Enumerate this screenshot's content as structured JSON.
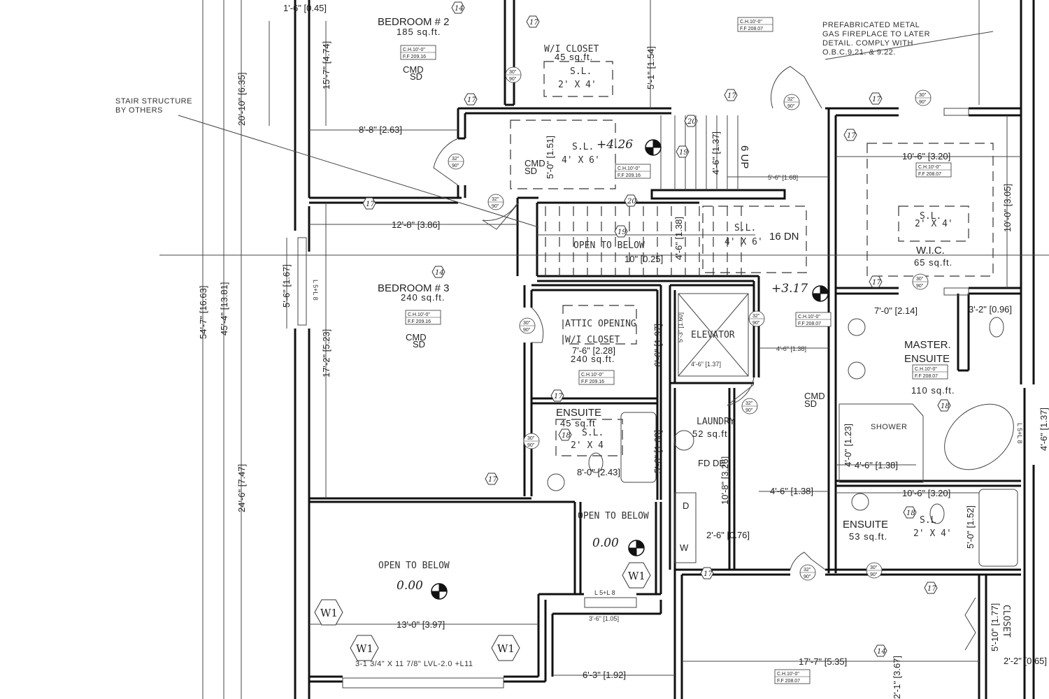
{
  "rooms": {
    "bedroom2": {
      "name": "BEDROOM # 2",
      "area": "185 sq.ft."
    },
    "bedroom3": {
      "name": "BEDROOM # 3",
      "area": "240   sq.ft."
    },
    "wi_closet_top": {
      "name": "W/I CLOSET",
      "area": "45 sq.ft."
    },
    "attic": {
      "name": "ATTIC OPENING"
    },
    "wi_closet_mid": {
      "name": "W/I CLOSET",
      "area": "240   sq.ft."
    },
    "ensuite_left": {
      "name": "ENSUITE",
      "area": "45   sq.ft"
    },
    "elevator": {
      "name": "ELEVATOR"
    },
    "laundry": {
      "name": "LAUNDRY",
      "area": "52   sq.ft"
    },
    "wic": {
      "name": "W.I.C.",
      "area": "65 sq.ft."
    },
    "master_ensuite": {
      "name1": "MASTER.",
      "name2": "ENSUITE",
      "area": "110 sq.ft."
    },
    "shower": {
      "name": "SHOWER"
    },
    "ensuite_right": {
      "name": "ENSUITE",
      "area": "53 sq.ft."
    },
    "closet_right": {
      "name": "CLOSET"
    },
    "open_below": [
      "OPEN TO BELOW",
      "OPEN TO BELOW",
      "OPEN TO BELOW"
    ]
  },
  "notes": {
    "fireplace": [
      "PREFABRICATED METAL",
      "GAS FIREPLACE TO LATER",
      "DETAIL. COMPLY WITH",
      "O.B.C.9.21. & 9.22."
    ],
    "stair": [
      "STAIR STRUCTURE",
      "BY OTHERS"
    ],
    "lvl": "3-1 3/4\" X 11 7/8\" LVL-2.0 +L11",
    "window_lintel": [
      "L 5+L 8",
      "L 5+L 8",
      "L 5+L 8"
    ],
    "stairs_up": "6 UP",
    "stairs_down": "16 DN",
    "cmd": "CMD",
    "sd": "SD",
    "fd_de": "FD DE",
    "appliance_d": "D",
    "appliance_w": "W"
  },
  "skylights": [
    {
      "label": "S.L.",
      "size": "2'  X  4'"
    },
    {
      "label": "S.L.",
      "size": "4'  X  6'"
    },
    {
      "label": "S.L.",
      "size": "4'  X  6'"
    },
    {
      "label": "S.L.",
      "size": "2'  X  4'"
    },
    {
      "label": "S.L.",
      "size": "2'  X  4"
    },
    {
      "label": "S.L",
      "size": "2'  X  4'"
    }
  ],
  "elevations": [
    "+4.26",
    "+3.17",
    "0.00",
    "0.00"
  ],
  "ceiling_tags": {
    "ch": "C.H.10'-0\"",
    "ff_a": "F.F 209.16",
    "ff_b": "F.F 208.07"
  },
  "door_tags": {
    "d30": "30\"",
    "d32": "32\"",
    "angle": "90\""
  },
  "hex_tags": {
    "t14": "14",
    "t17": "17",
    "t18": "18",
    "t19": "19",
    "t20": "20",
    "w1": "W1"
  },
  "dimensions": {
    "h": [
      "1'-6\" [0.45]",
      "8'-8\" [2.63]",
      "12'-8\" [3.86]",
      "7'-6\" [2.28]",
      "8'-0\" [2.43]",
      "13'-0\" [3.97]",
      "3'-6\" [1.05]",
      "6'-3\" [1.92]",
      "17'-7\" [5.35]",
      "4'-6\" [1.38]",
      "2'-6\" [0.76]",
      "10'-6\" [3.20]",
      "7'-0\" [2.14]",
      "3'-2\" [0.96]",
      "4'-6\" [1.38]",
      "10'-6\" [3.20]",
      "10\" [0.25]",
      "5'-6\" [1.68]",
      "4'-6\" [1.38]",
      "4'-6\" [1.37]",
      "2'-2\" [0.65]"
    ],
    "v": [
      "20'-10\" [6.35]",
      "15'-7\" [4.74]",
      "54'-7\" [16.63]",
      "45'-4\" [13.81]",
      "24'-6\" [7.47]",
      "5'-6\" [1.67]",
      "17'-2\" [5.23]",
      "5'-1\" [1.54]",
      "5'-0\" [1.51]",
      "4'-6\" [1.37]",
      "4'-6\" [1.38]",
      "6'-6\" [1.97]",
      "5'-3\" [1.60]",
      "5'-6\" [1.68]",
      "10'-8\" [3.26]",
      "10'-0\" [3.05]",
      "4'-0\" [1.23]",
      "5'-0\" [1.52]",
      "4'-6\" [1.37]",
      "5'-10\" [1.77]",
      "2'-1\" [3.67]"
    ]
  },
  "colors": {
    "line": "#111111",
    "background": "#ffffff"
  }
}
